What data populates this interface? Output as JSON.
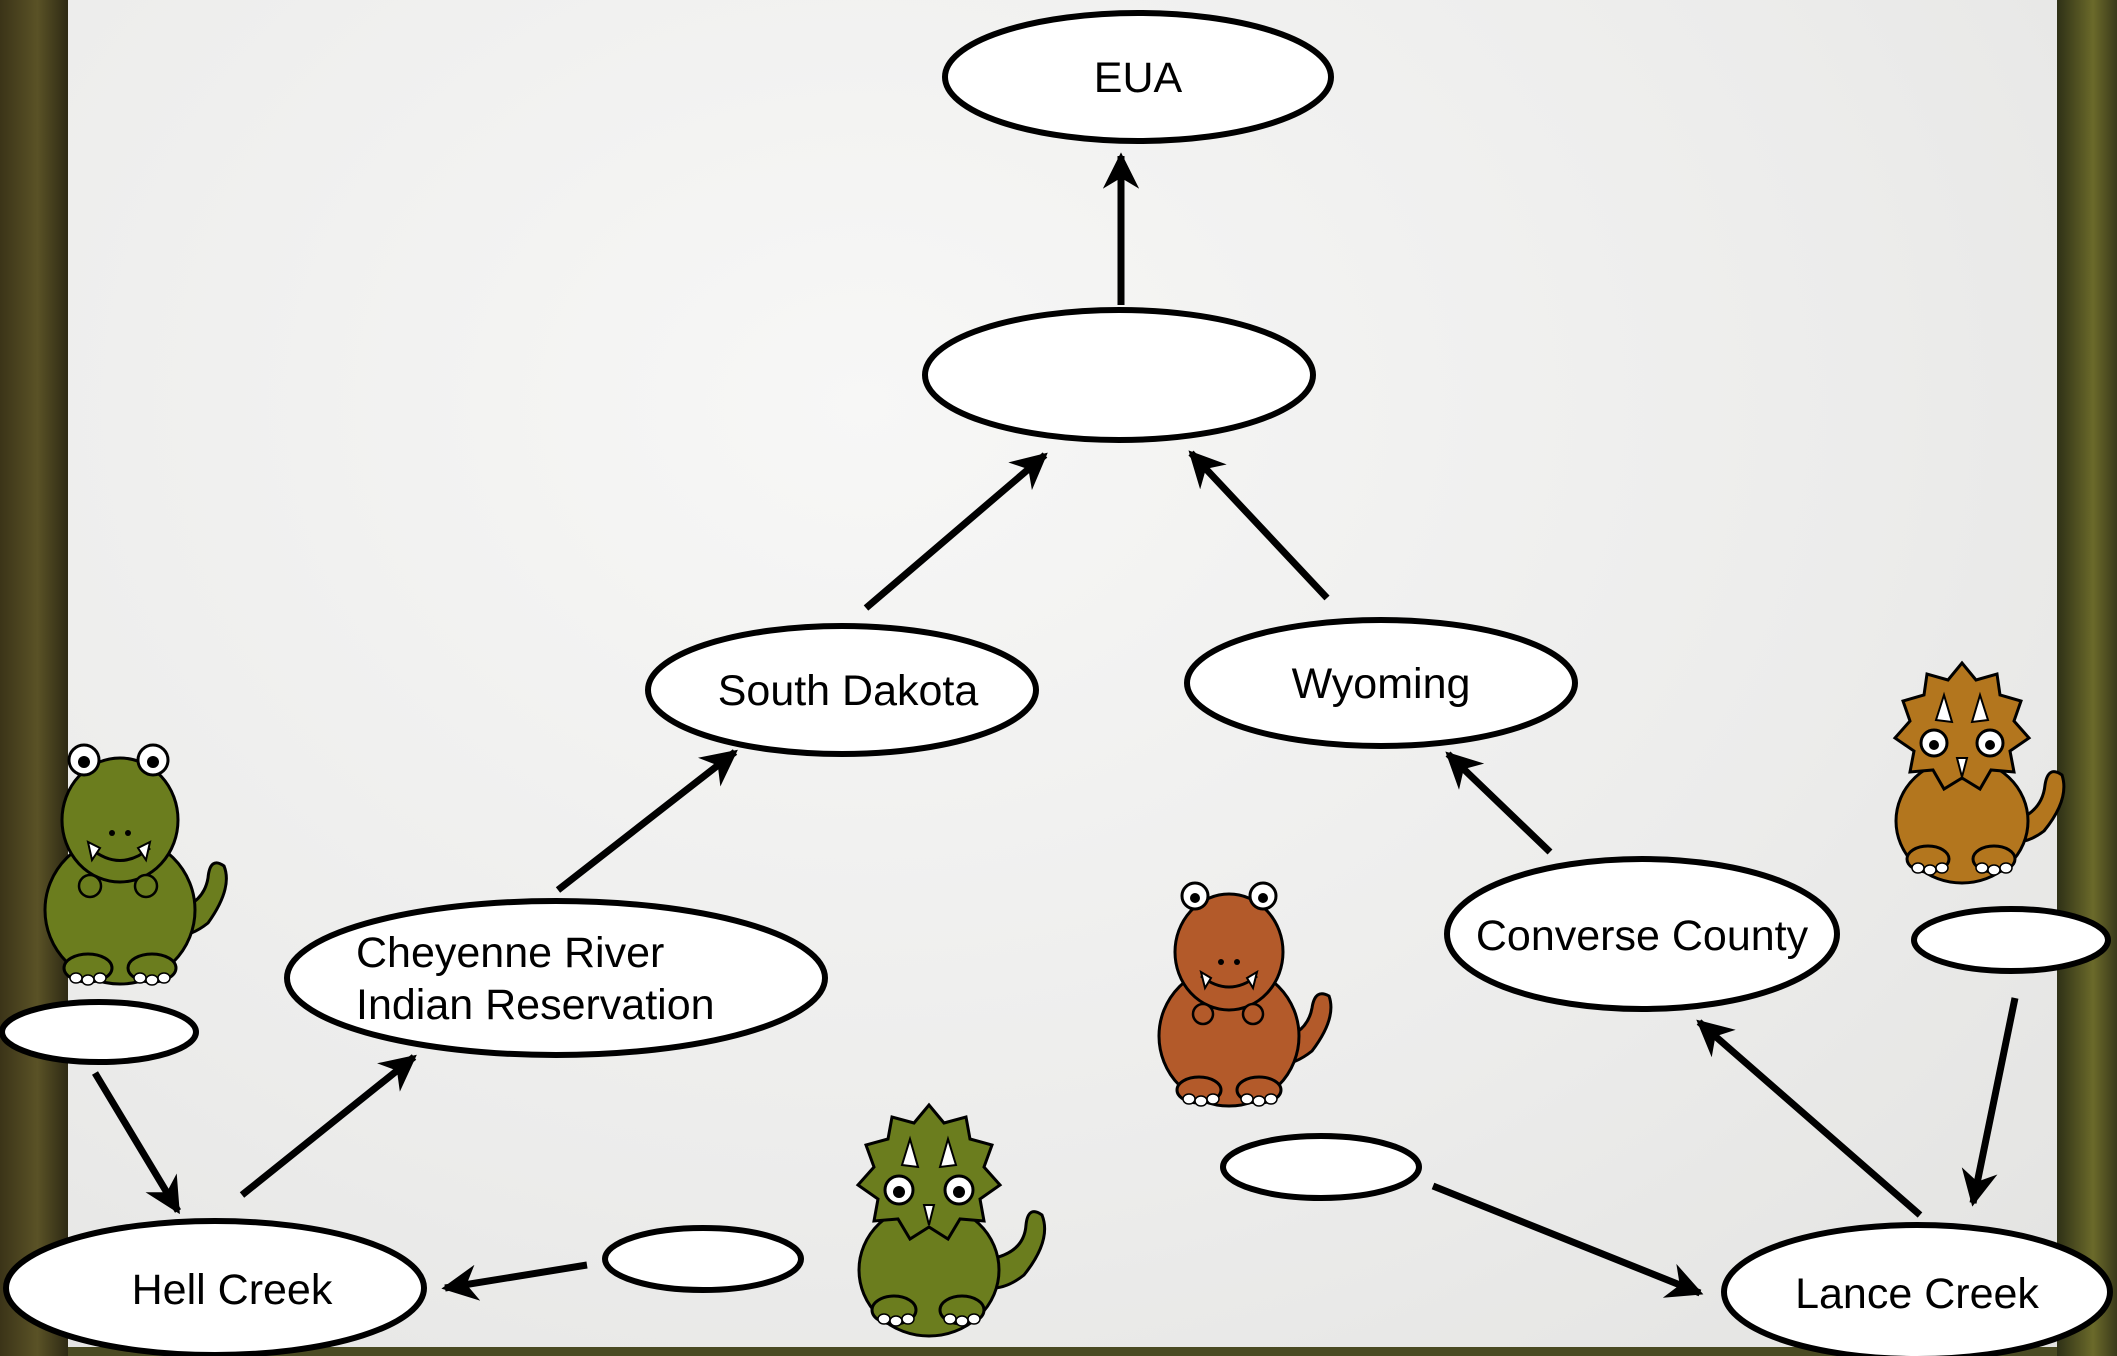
{
  "diagram": {
    "nodes": {
      "eua": "EUA",
      "country_blank": "",
      "south_dakota": "South Dakota",
      "wyoming": "Wyoming",
      "cheyenne_line1": "Cheyenne River",
      "cheyenne_line2": "Indian Reservation",
      "converse_county": "Converse County",
      "hell_creek": "Hell Creek",
      "lance_creek": "Lance Creek",
      "blank_hell_left": "",
      "blank_hell_right": "",
      "blank_lance_left": "",
      "blank_lance_right": ""
    },
    "dinosaurs": [
      {
        "name": "t-rex",
        "color": "#6b7d1e"
      },
      {
        "name": "triceratops",
        "color": "#6b7d1e"
      },
      {
        "name": "t-rex",
        "color": "#b35a2a"
      },
      {
        "name": "triceratops",
        "color": "#b3761e"
      }
    ]
  }
}
